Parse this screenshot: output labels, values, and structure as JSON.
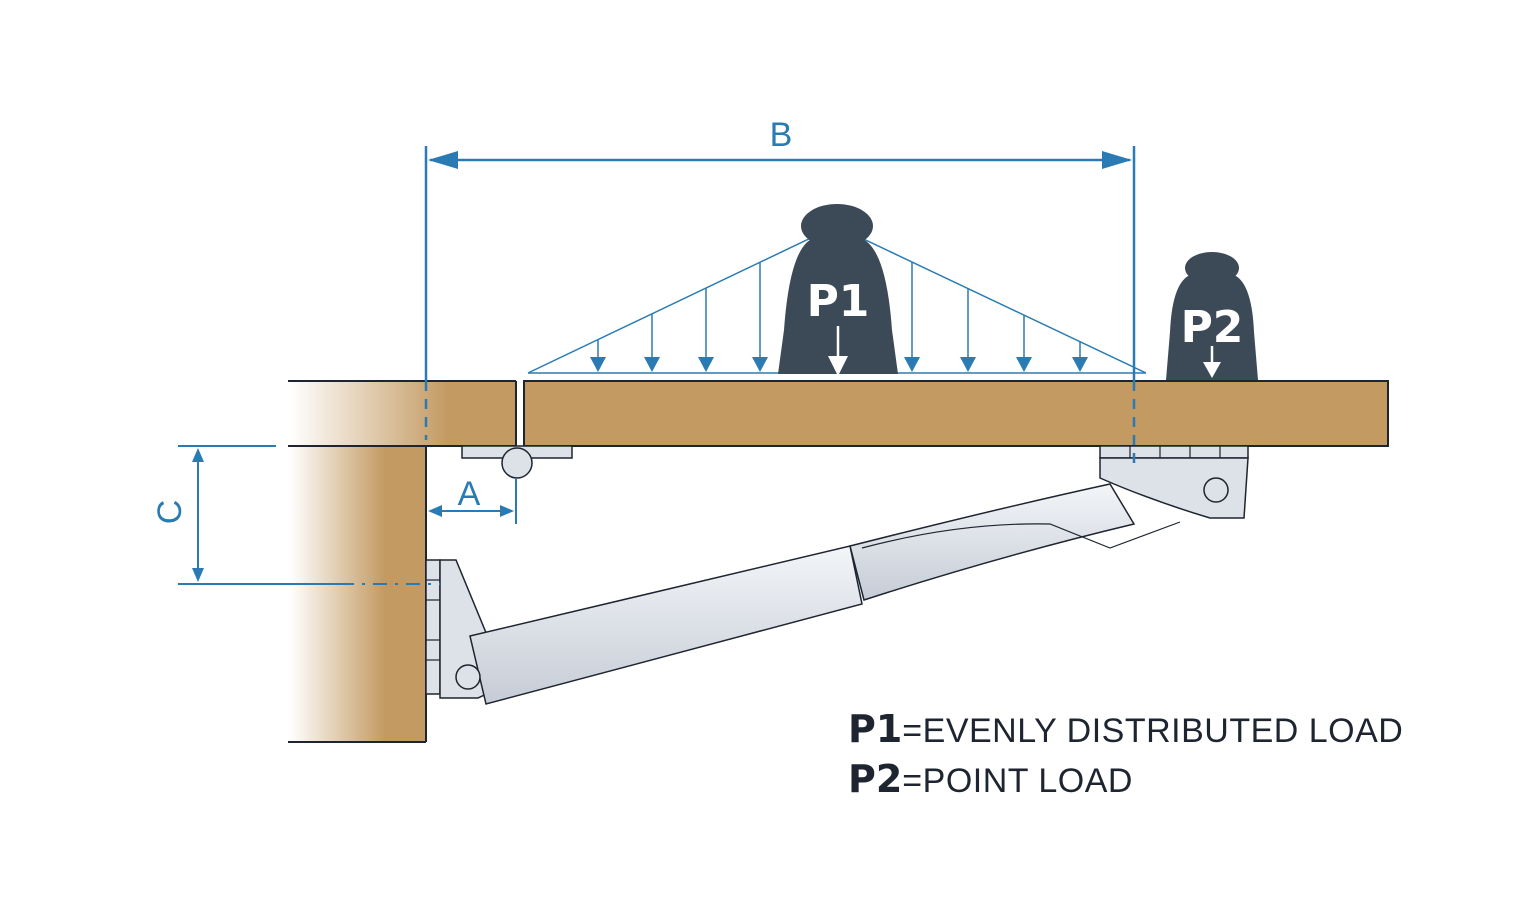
{
  "colors": {
    "wood": "#c39a62",
    "outline": "#1e2530",
    "dimension": "#2a7bb3",
    "weight": "#3c4a58",
    "steel": "#dde1e8",
    "steel_shade": "#b9c0cb"
  },
  "dimensions": {
    "a": "A",
    "b": "B",
    "c": "C"
  },
  "weights": {
    "p1": "P1",
    "p2": "P2"
  },
  "legend": [
    {
      "key": "P1",
      "text": "=EVENLY DISTRIBUTED LOAD"
    },
    {
      "key": "P2",
      "text": "=POINT LOAD"
    }
  ]
}
